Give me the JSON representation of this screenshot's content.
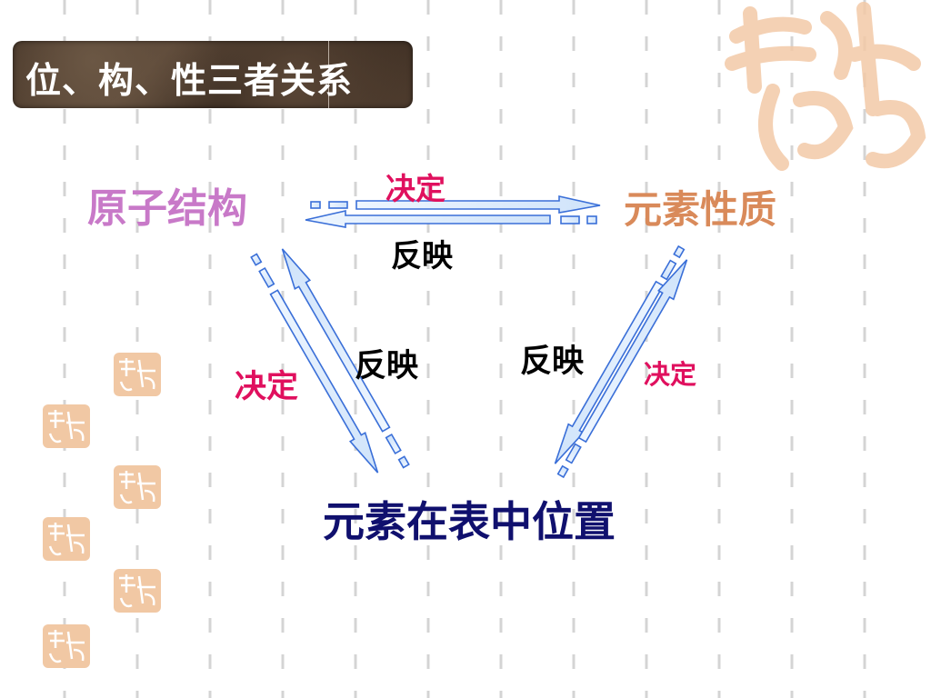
{
  "title": "位、构、性三者关系",
  "nodes": {
    "atomic_structure": "原子结构",
    "element_properties": "元素性质",
    "periodic_position": "元素在表中位置"
  },
  "relations": {
    "top_decide": "决定",
    "top_reflect": "反映",
    "left_decide": "决定",
    "left_reflect": "反映",
    "right_reflect": "反映",
    "right_decide": "决定"
  },
  "colors": {
    "structure": "#c879c8",
    "properties": "#d98a5a",
    "position": "#10106e",
    "decide": "#e0105e",
    "reflect": "#000000",
    "arrow_stroke": "#3a6fd8",
    "arrow_fill": "#d6e8fb"
  },
  "decorations": {
    "seal_icon": "auspicious-seal-icon",
    "grid": "dashed-vertical-lines"
  }
}
